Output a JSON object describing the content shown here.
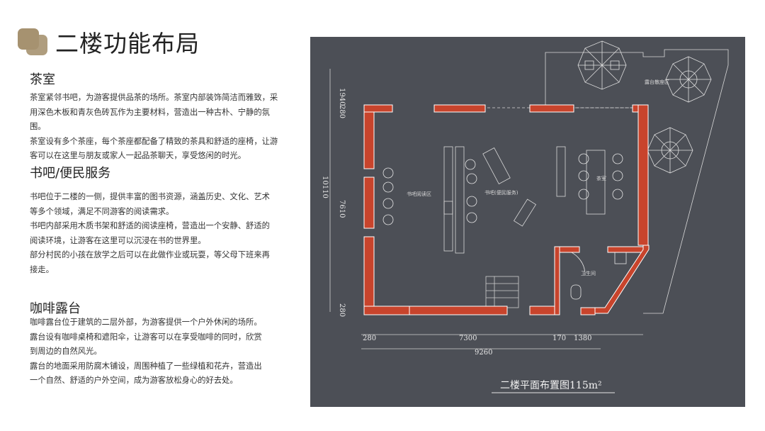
{
  "page": {
    "title": "二楼功能布局",
    "accent_color": "#a69270"
  },
  "sections": [
    {
      "heading": "茶室",
      "lines": [
        "茶室紧邻书吧，为游客提供品茶的场所。茶室内部装饰简洁而雅致，采",
        "用深色木板和青灰色砖瓦作为主要材料，营造出一种古朴、宁静的氛围。",
        "茶室设有多个茶座，每个茶座都配备了精致的茶具和舒适的座椅，让游",
        "客可以在这里与朋友或家人一起品茶聊天，享受悠闲的时光。"
      ]
    },
    {
      "heading": "书吧/便民服务",
      "lines": [
        "书吧位于二楼的一侧，提供丰富的图书资源，涵盖历史、文化、艺术",
        "等多个领域，满足不同游客的阅读需求。",
        "书吧内部采用木质书架和舒适的阅读座椅，营造出一个安静、舒适的",
        "阅读环境，让游客在这里可以沉浸在书的世界里。",
        "部分村民的小孩在放学之后可以在此做作业或玩耍，等父母下班来再",
        "接走。"
      ]
    },
    {
      "heading": "咖啡露台",
      "lines": [
        "咖啡露台位于建筑的二层外部，为游客提供一个户外休闲的场所。",
        "露台设有咖啡桌椅和遮阳伞，让游客可以在享受咖啡的同时，欣赏",
        "到周边的自然风光。",
        "露台的地面采用防腐木铺设，周围种植了一些绿植和花卉，营造出",
        "一个自然、舒适的户外空间，成为游客放松身心的好去处。"
      ]
    }
  ],
  "floor_plan": {
    "caption": "二楼平面布置图115m²",
    "background_color": "#4c4f56",
    "wall_color": "#c8442c",
    "room_labels": {
      "terrace": "露台散座区",
      "reading_area": "书吧阅读区",
      "book_bar": "书吧(便民服务)",
      "tea_room": "茶室",
      "restroom": "卫生间"
    },
    "dimensions": {
      "left_1": "1940",
      "left_2": "280",
      "left_3": "10110",
      "left_4": "7610",
      "left_5": "280",
      "bottom_1": "280",
      "bottom_2": "7300",
      "bottom_3": "170",
      "bottom_4": "1380",
      "bottom_total": "9260"
    }
  }
}
